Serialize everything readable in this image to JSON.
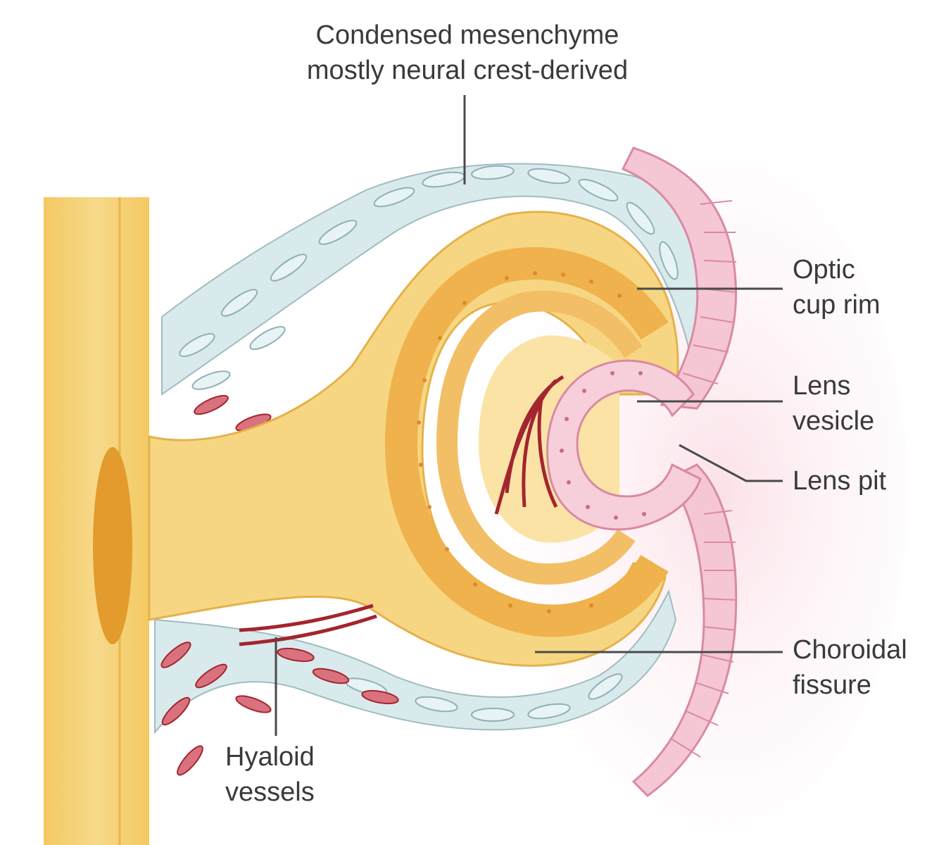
{
  "labels": {
    "condensed_mesenchyme": {
      "line1": "Condensed mesenchyme",
      "line2": "mostly neural crest-derived"
    },
    "optic_cup_rim": {
      "line1": "Optic",
      "line2": "cup rim"
    },
    "lens_vesicle": {
      "line1": "Lens",
      "line2": "vesicle"
    },
    "lens_pit": {
      "line1": "Lens pit"
    },
    "choroidal_fissure": {
      "line1": "Choroidal",
      "line2": "fissure"
    },
    "hyaloid_vessels": {
      "line1": "Hyaloid",
      "line2": "vessels"
    }
  },
  "colors": {
    "yellow_tissue": "#f6d27a",
    "orange_layer": "#f0b453",
    "pink_ectoderm": "#f3c0cf",
    "mesenchyme": "#cfe4e6",
    "vessel_red": "#a3252f",
    "leader_line": "#4a4a4a"
  }
}
